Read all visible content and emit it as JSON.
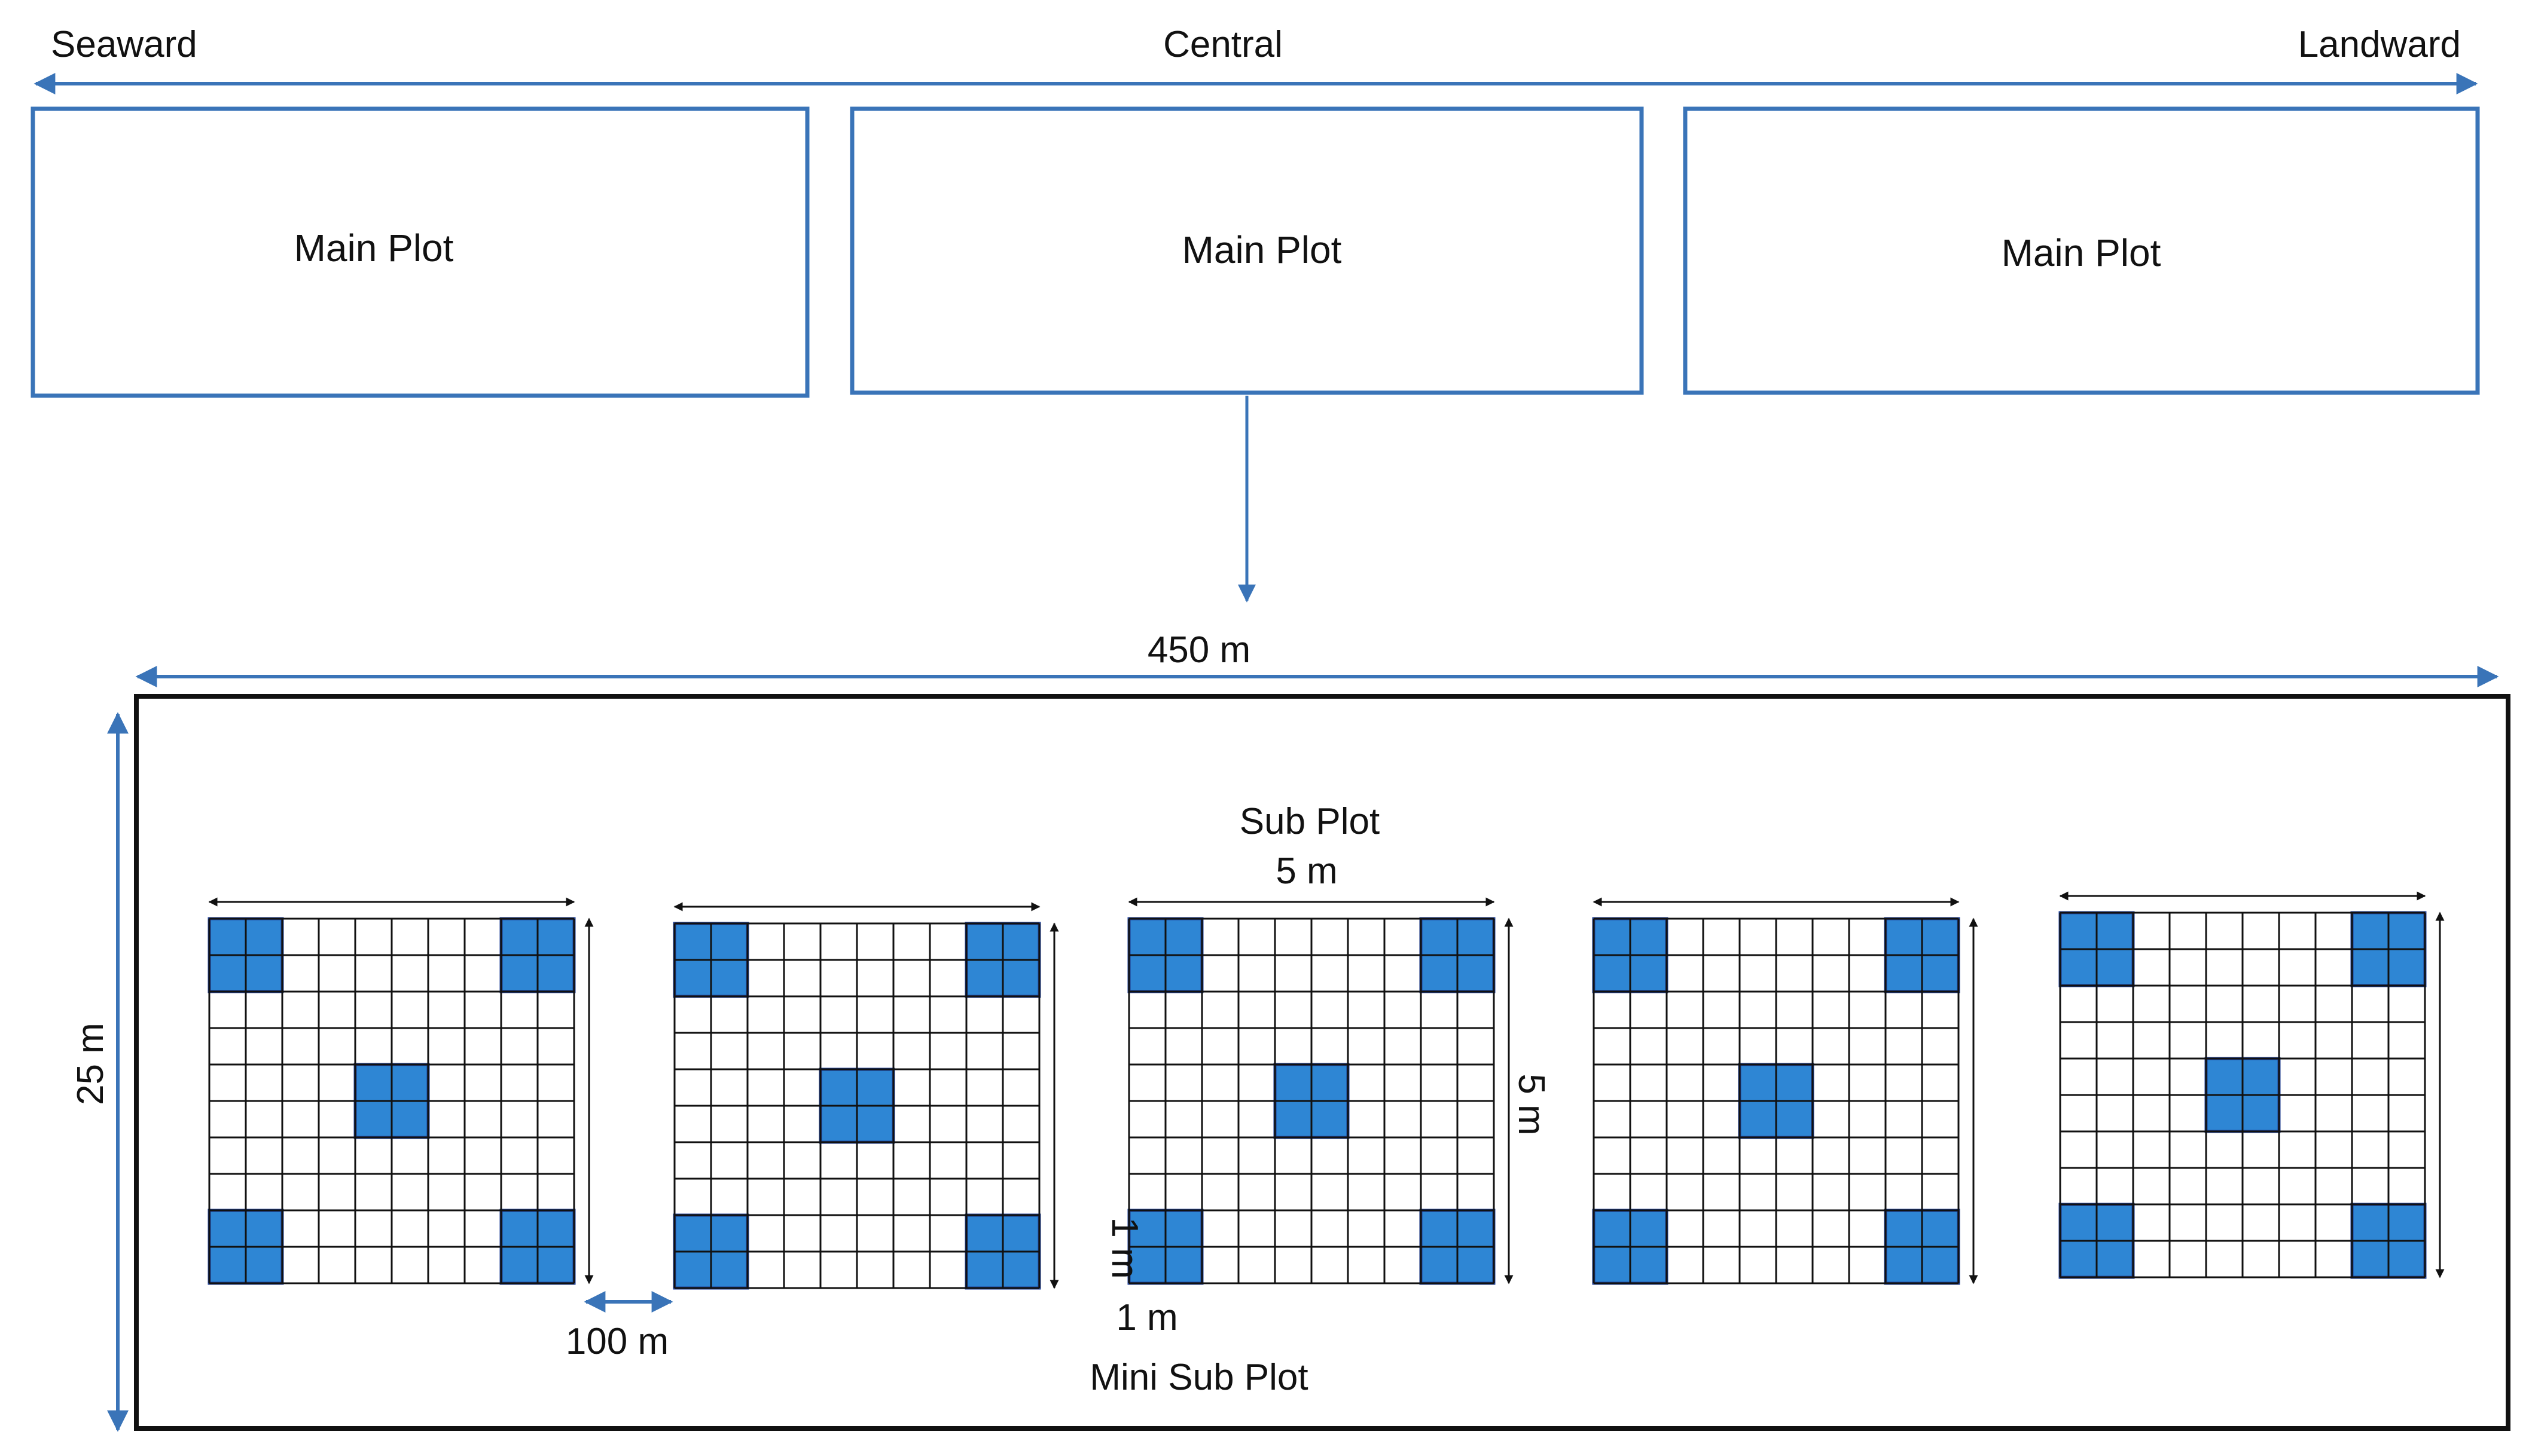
{
  "top_axis": {
    "left_label": "Seaward",
    "center_label": "Central",
    "right_label": "Landward"
  },
  "main_plots": [
    {
      "label": "Main Plot"
    },
    {
      "label": "Main Plot"
    },
    {
      "label": "Main Plot"
    }
  ],
  "expanded_plot": {
    "width_label": "450 m",
    "height_label": "25 m",
    "subplot_title": "Sub Plot",
    "subplot_width_label": "5 m",
    "subplot_height_label": "5 m",
    "spacing_label": "100 m",
    "mini_height_label": "1 m",
    "mini_width_label": "1 m",
    "mini_subplot_label": "Mini Sub Plot",
    "subplot_count": 5,
    "grid_cells_per_side": 10
  },
  "colors": {
    "accent_blue": "#3a74b8",
    "mini_subplot_fill": "#2e86d4",
    "mini_subplot_border": "#1f3f94",
    "outline": "#111111"
  }
}
